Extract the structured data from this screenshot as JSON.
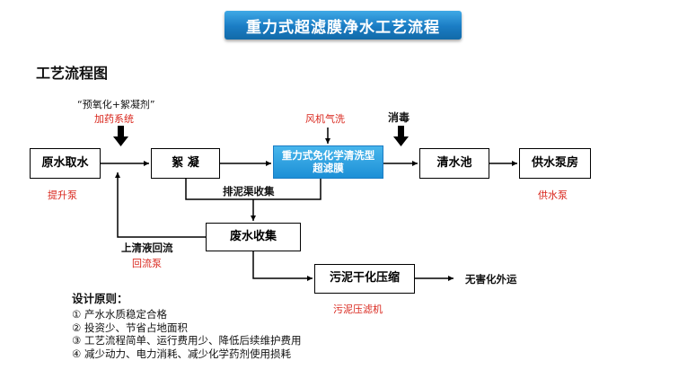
{
  "title": "重力式超滤膜净水工艺流程",
  "section_title": "工艺流程图",
  "nodes": {
    "raw_water": "原水取水",
    "flocculation": "絮 凝",
    "membrane": "重力式免化学清洗型超滤膜",
    "clear_pool": "清水池",
    "pump_house": "供水泵房",
    "waste_water": "废水收集",
    "sludge": "污泥干化压缩"
  },
  "labels": {
    "preox": "“预氧化+絮凝剂”",
    "dosing": "加药系统",
    "air_wash": "风机气洗",
    "disinfect": "消毒",
    "lift_pump": "提升泵",
    "supply_pump": "供水泵",
    "sludge_channel": "排泥渠收集",
    "supernatant": "上清液回流",
    "return_pump": "回流泵",
    "harmless": "无害化外运",
    "filter_press": "污泥压滤机"
  },
  "principles": {
    "heading": "设计原则：",
    "items": [
      "① 产水水质稳定合格",
      "② 投资少、节省占地面积",
      "③ 工艺流程简单、运行费用少、降低后续维护费用",
      "④ 减少动力、电力消耗、减少化学药剂使用损耗"
    ]
  },
  "colors": {
    "accent_red": "#d9261c",
    "banner_blue": "#1a7cc4"
  }
}
